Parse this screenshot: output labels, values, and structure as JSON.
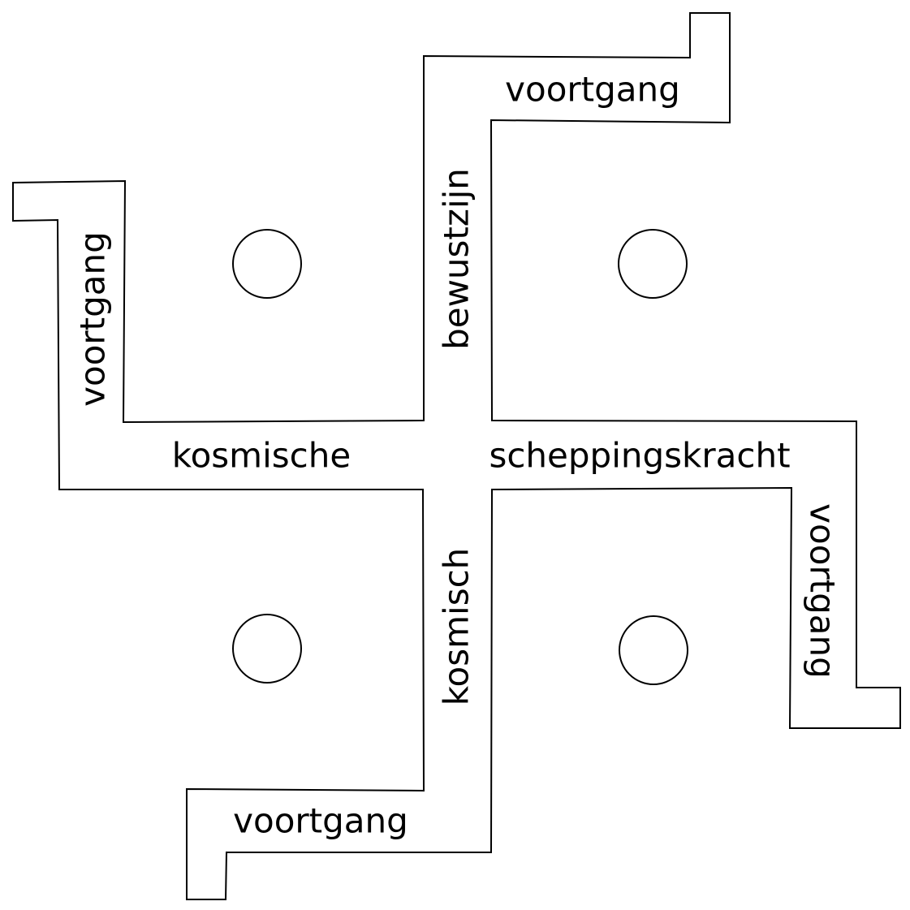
{
  "labels": {
    "top_arm": "voortgang",
    "left_arm": "voortgang",
    "right_arm": "voortgang",
    "bottom_arm": "voortgang",
    "upper_stem": "bewustzijn",
    "left_center": "kosmische",
    "right_center": "scheppingskracht",
    "lower_stem": "kosmisch"
  },
  "colors": {
    "stroke": "#000000",
    "background": "#ffffff"
  }
}
